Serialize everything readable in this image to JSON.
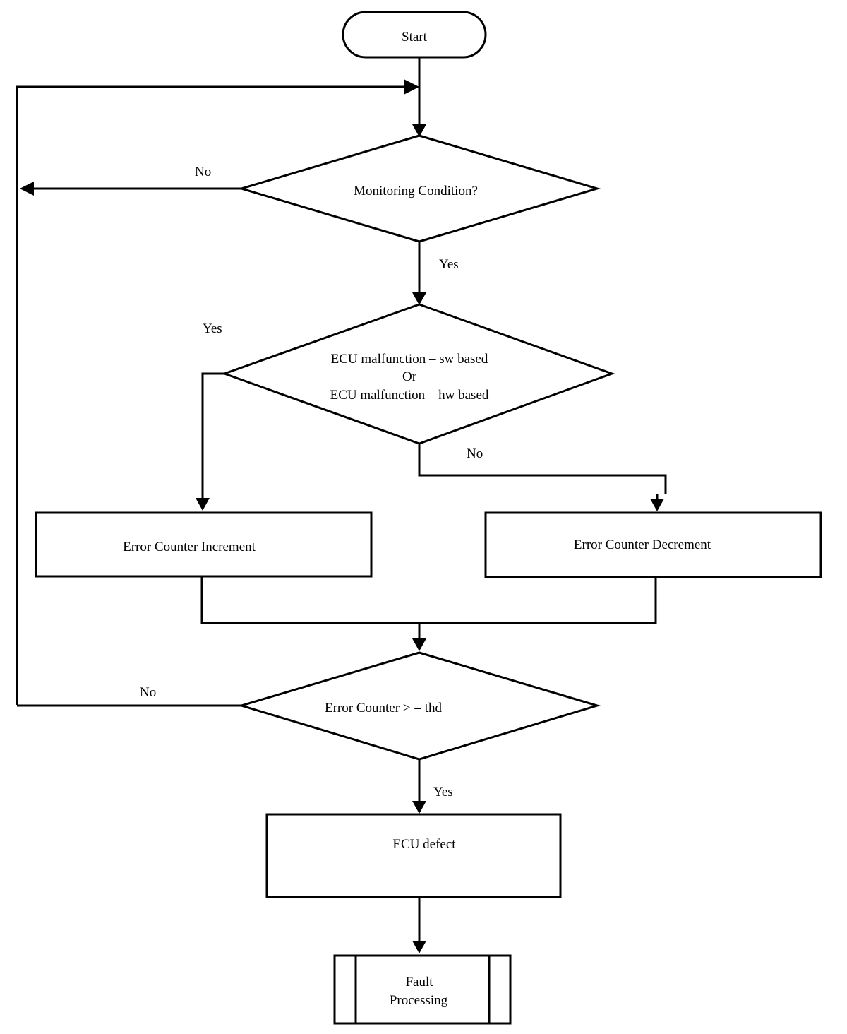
{
  "diagram": {
    "start": "Start",
    "monitoring": "Monitoring Condition?",
    "malfunction": {
      "line1": "ECU malfunction – sw based",
      "line2": "Or",
      "line3": "ECU malfunction – hw based"
    },
    "increment": "Error Counter Increment",
    "decrement": "Error Counter Decrement",
    "threshold": "Error Counter > = thd",
    "defect": "ECU defect",
    "fault": {
      "line1": "Fault",
      "line2": "Processing"
    },
    "labels": {
      "monitoring_no": "No",
      "monitoring_yes": "Yes",
      "malfunction_yes": "Yes",
      "malfunction_no": "No",
      "threshold_no": "No",
      "threshold_yes": "Yes"
    }
  }
}
